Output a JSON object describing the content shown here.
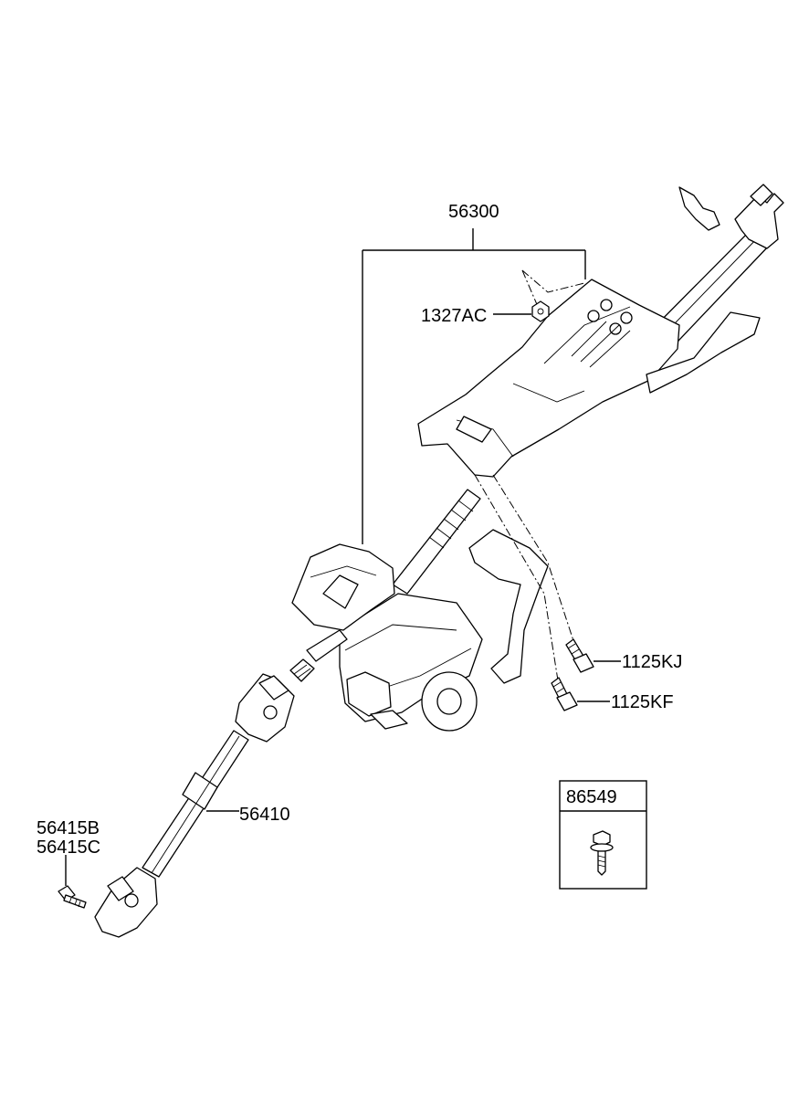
{
  "labels": {
    "column_assembly": "56300",
    "nut": "1327AC",
    "bolt_kj": "1125KJ",
    "bolt_kf": "1125KF",
    "intermediate_shaft": "56410",
    "shaft_bolt_b": "56415B",
    "shaft_bolt_c": "56415C",
    "inset_part": "86549"
  }
}
